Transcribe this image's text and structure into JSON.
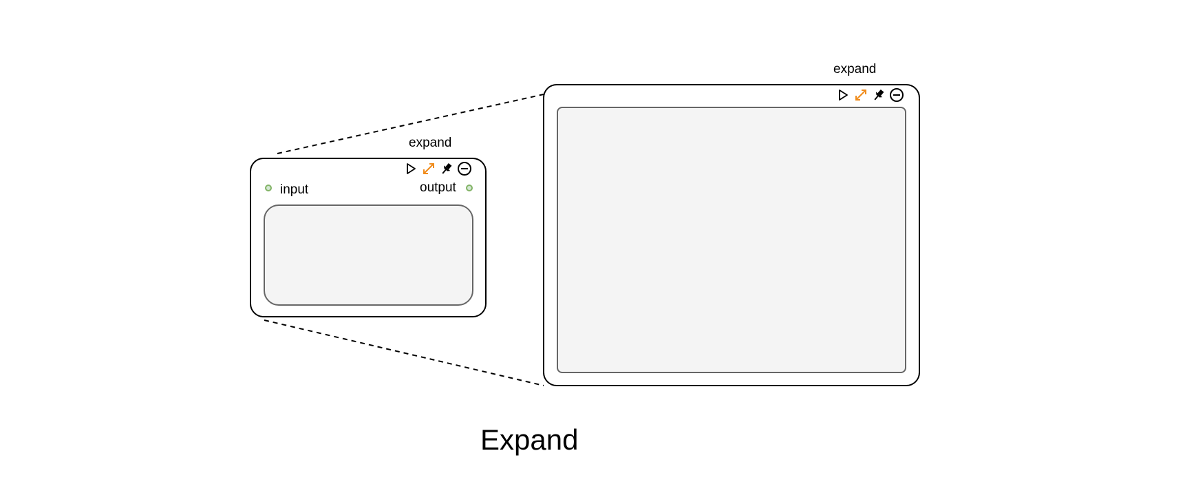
{
  "colors": {
    "stroke": "#000000",
    "inner_fill": "#f4f4f4",
    "inner_stroke": "#666666",
    "expand_accent": "#f08c1c",
    "port_fill": "#d5e8d4",
    "port_stroke": "#82b366"
  },
  "small_node": {
    "title": "expand",
    "input_label": "input",
    "output_label": "output",
    "toolbar": [
      "play-icon",
      "expand-icon",
      "pin-icon",
      "collapse-icon"
    ]
  },
  "large_node": {
    "title": "expand",
    "toolbar": [
      "play-icon",
      "expand-icon",
      "pin-icon",
      "collapse-icon"
    ]
  },
  "caption": "Expand"
}
